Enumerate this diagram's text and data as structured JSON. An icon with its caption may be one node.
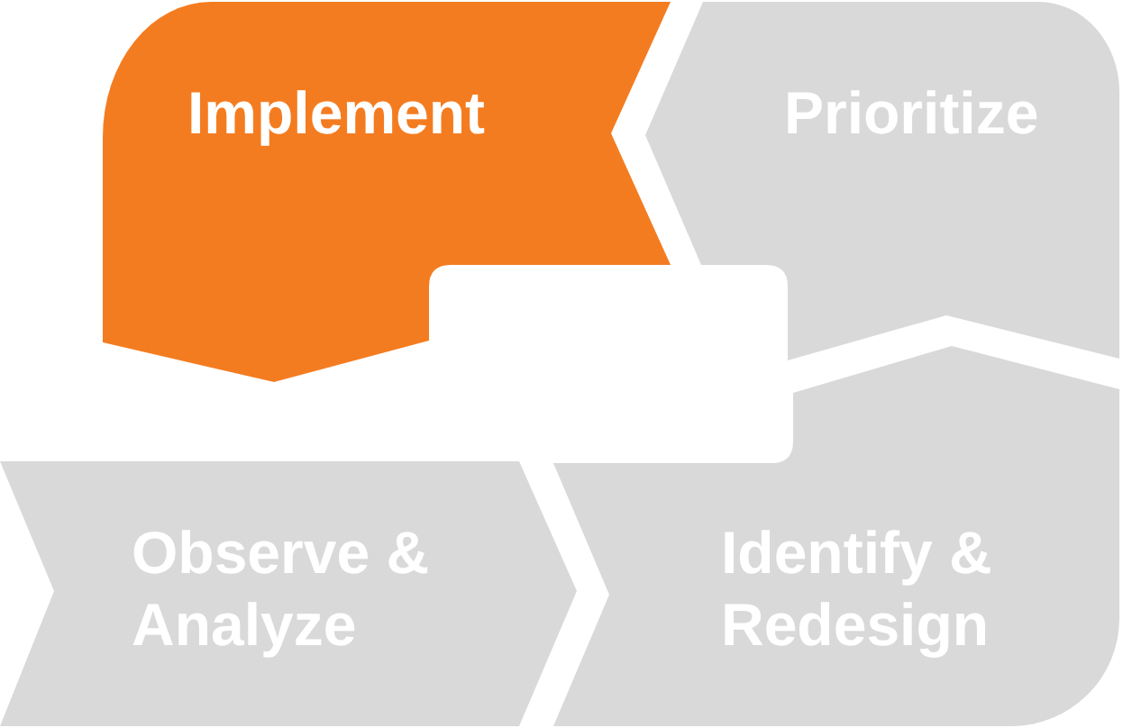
{
  "diagram": {
    "nodes": [
      {
        "text": [
          "Implement"
        ]
      },
      {
        "text": [
          "Prioritize"
        ]
      },
      {
        "text": [
          "Observe & Analyze"
        ]
      },
      {
        "text": [
          "Identify & Redesign"
        ]
      }
    ]
  }
}
